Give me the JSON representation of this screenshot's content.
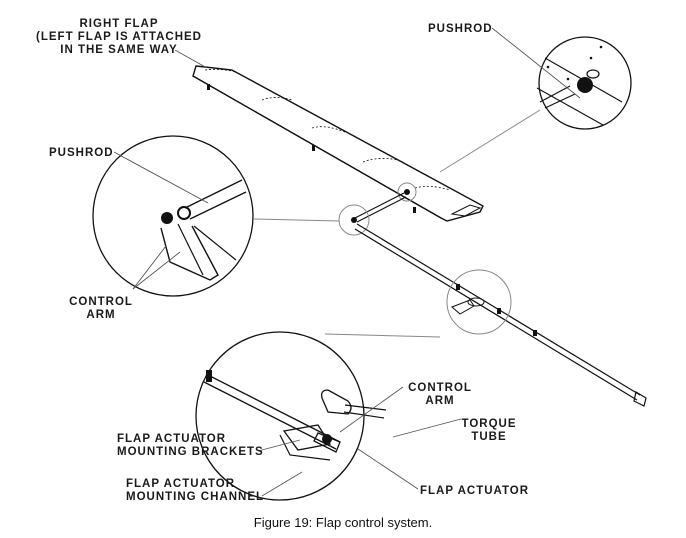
{
  "figure": {
    "caption": "Figure 19: Flap control system.",
    "labels": {
      "right_flap": [
        "RIGHT FLAP",
        "(LEFT FLAP IS ATTACHED",
        "IN THE SAME WAY"
      ],
      "pushrod_top": "PUSHROD",
      "pushrod_left": "PUSHROD",
      "control_arm_left": [
        "CONTROL",
        "ARM"
      ],
      "control_arm_bottom": [
        "CONTROL",
        "ARM"
      ],
      "torque_tube": [
        "TORQUE",
        "TUBE"
      ],
      "mounting_brackets": [
        "FLAP ACTUATOR",
        "MOUNTING BRACKETS"
      ],
      "mounting_channel": [
        "FLAP ACTUATOR",
        "MOUNTING CHANNEL"
      ],
      "flap_actuator": "FLAP ACTUATOR"
    }
  }
}
